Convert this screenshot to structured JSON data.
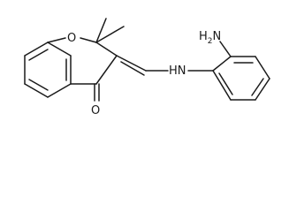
{
  "molecule": {
    "atoms": {
      "oxygen_ring": "O",
      "oxygen_carbonyl": "O",
      "amine_nh": "HN",
      "amine_nh2": {
        "prefix": "H",
        "subscript": "2",
        "suffix": "N"
      }
    }
  }
}
